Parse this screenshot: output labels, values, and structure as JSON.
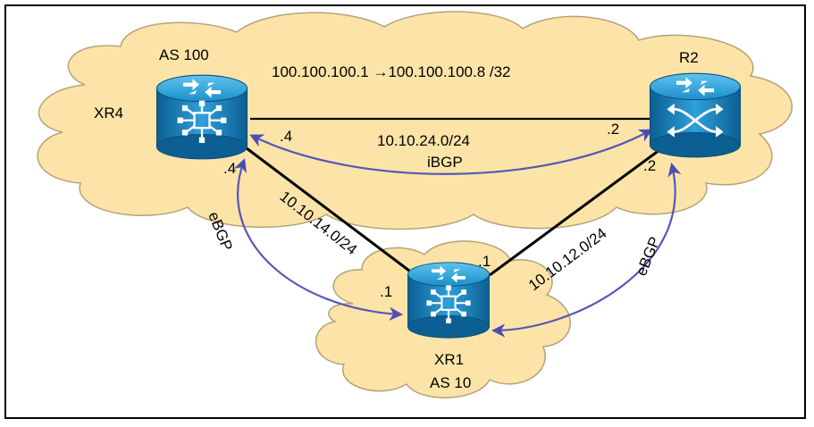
{
  "diagram": {
    "as_upper": "AS 100",
    "as_lower": "AS 10",
    "routers": {
      "xr4": "XR4",
      "r2": "R2",
      "xr1": "XR1"
    },
    "route_note": "100.100.100.1 →100.100.100.8 /32",
    "links": {
      "xr4_r2": {
        "subnet": "10.10.24.0/24",
        "xr4_host": ".4",
        "r2_host": ".2",
        "session": "iBGP"
      },
      "xr4_xr1": {
        "subnet": "10.10.14.0/24",
        "xr4_host": ".4",
        "xr1_host": ".1",
        "session": "eBGP"
      },
      "xr1_r2": {
        "subnet": "10.10.12.0/24",
        "xr1_host": ".1",
        "r2_host": ".2",
        "session": "eBGP"
      }
    },
    "colors": {
      "cloud_fill": "#FCE4A8",
      "cloud_stroke": "#B5A278",
      "arrow": "#5557B8",
      "router_light": "#3FA9E0",
      "router_dark": "#0E6FA8"
    }
  }
}
